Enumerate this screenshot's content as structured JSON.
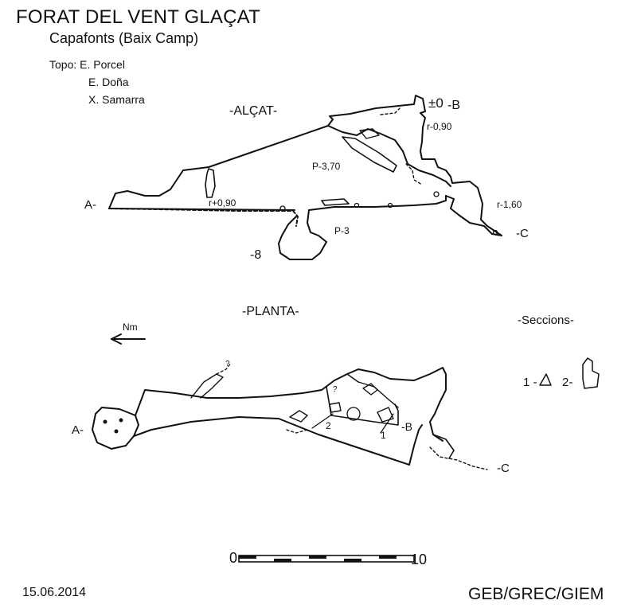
{
  "header": {
    "title": "FORAT DEL VENT GLAÇAT",
    "subtitle": "Capafonts (Baix Camp)",
    "topo_label": "Topo: E. Porcel",
    "topo_authors": [
      "E. Doña",
      "X. Samarra"
    ]
  },
  "elevation": {
    "heading": "-ALÇAT-",
    "markers": {
      "a": "A-",
      "b": "-B",
      "c": "-C",
      "zero": "±0",
      "minus8": "-8"
    },
    "annotations": {
      "r_minus_090": "r-0,90",
      "p_370": "P-3,70",
      "r_plus_090": "r+0,90",
      "r_minus_160": "r-1,60",
      "p_3": "P-3"
    }
  },
  "plan": {
    "heading": "-PLANTA-",
    "north": "Nm",
    "markers": {
      "a": "A-",
      "b": "-B",
      "c": "-C"
    },
    "section_numbers": [
      "1",
      "2"
    ],
    "question_mark": "?"
  },
  "sections": {
    "heading": "-Seccions-",
    "labels": [
      "1 -",
      "2-"
    ]
  },
  "scale": {
    "start": "0",
    "end": "10"
  },
  "footer": {
    "date": "15.06.2014",
    "org": "GEB/GREC/GIEM"
  }
}
